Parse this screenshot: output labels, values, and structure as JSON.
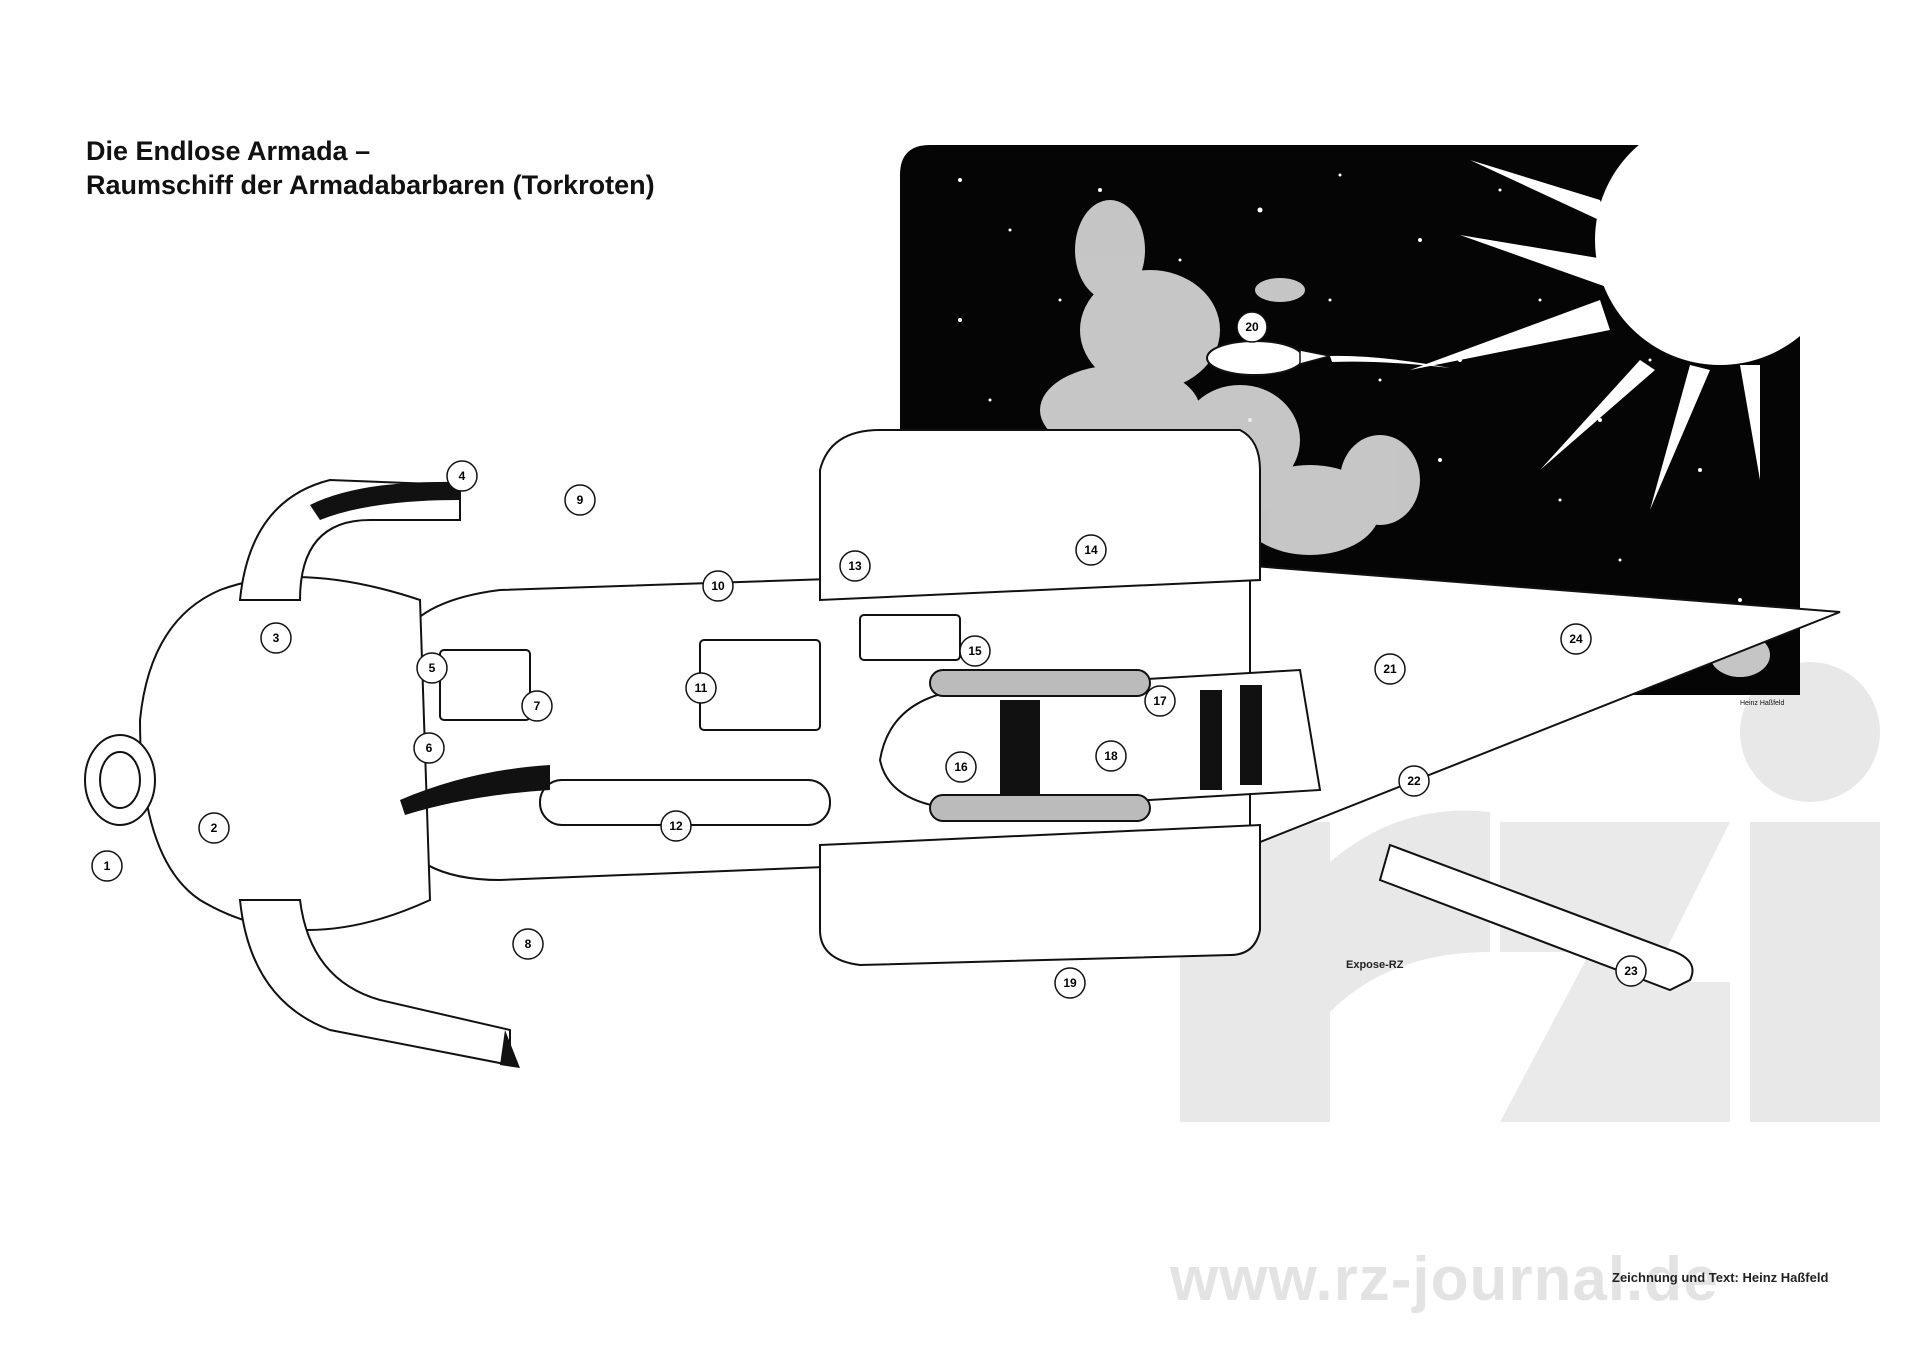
{
  "title": {
    "line1": "Die Endlose Armada –",
    "line2": "Raumschiff der Armadabarbaren (Torkroten)"
  },
  "callouts": [
    "1",
    "2",
    "3",
    "4",
    "5",
    "6",
    "7",
    "8",
    "9",
    "10",
    "11",
    "12",
    "13",
    "14",
    "15",
    "16",
    "17",
    "18",
    "19",
    "20",
    "21",
    "22",
    "23",
    "24"
  ],
  "labels": {
    "credit": "Zeichnung und Text: Heinz Haßfeld",
    "expose": "Expose-RZ",
    "watermark_url": "www.rz-journal.de",
    "artist_signature": "Heinz Haßfeld"
  },
  "colors": {
    "ink": "#111111",
    "paper": "#ffffff",
    "watermark": "#e3e3e3"
  }
}
